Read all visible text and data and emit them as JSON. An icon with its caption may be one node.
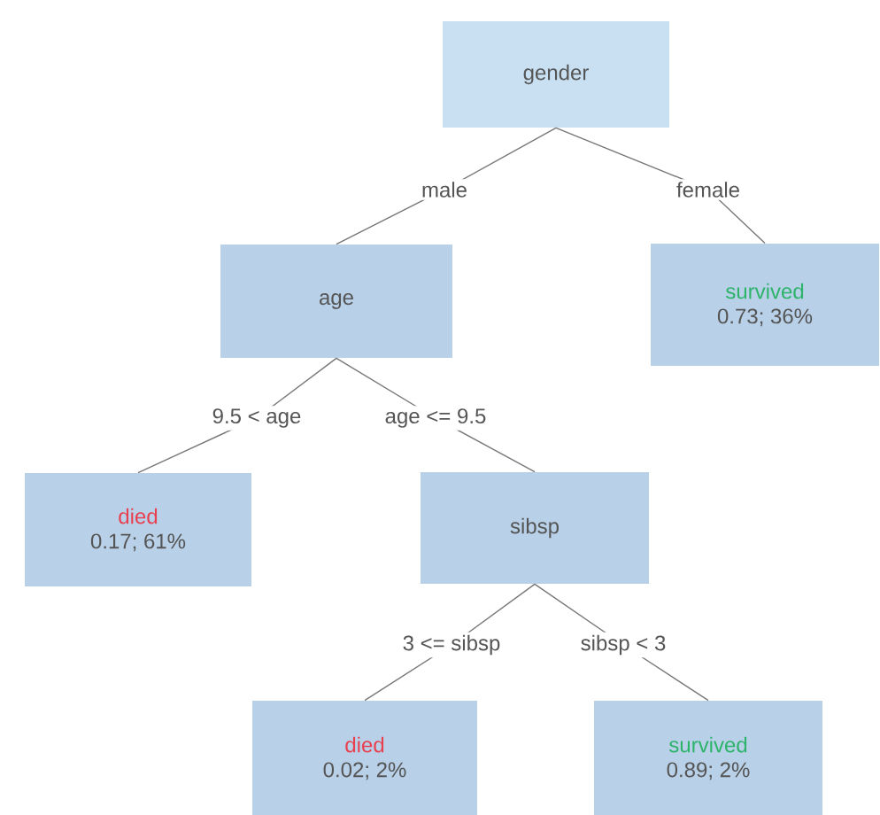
{
  "diagram": {
    "nodes": [
      {
        "text": [
          "gender"
        ]
      },
      {
        "text": [
          "age"
        ]
      },
      {
        "text": [
          "survived",
          "0.73;   36%"
        ]
      },
      {
        "text": [
          "died",
          "0.17;   61%"
        ]
      },
      {
        "text": [
          "sibsp"
        ]
      },
      {
        "text": [
          "died",
          "0.02;   2%"
        ]
      },
      {
        "text": [
          "survived",
          "0.89;   2%"
        ]
      }
    ],
    "edges": [
      {
        "from": 0,
        "to": 1,
        "arrow": "none",
        "label": "male"
      },
      {
        "from": 0,
        "to": 2,
        "arrow": "none",
        "label": "female"
      },
      {
        "from": 1,
        "to": 3,
        "arrow": "none",
        "label": "9.5 < age"
      },
      {
        "from": 1,
        "to": 4,
        "arrow": "none",
        "label": "age <= 9.5"
      },
      {
        "from": 4,
        "to": 5,
        "arrow": "none",
        "label": "3 <= sibsp"
      },
      {
        "from": 4,
        "to": 6,
        "arrow": "none",
        "label": "sibsp < 3"
      }
    ]
  }
}
